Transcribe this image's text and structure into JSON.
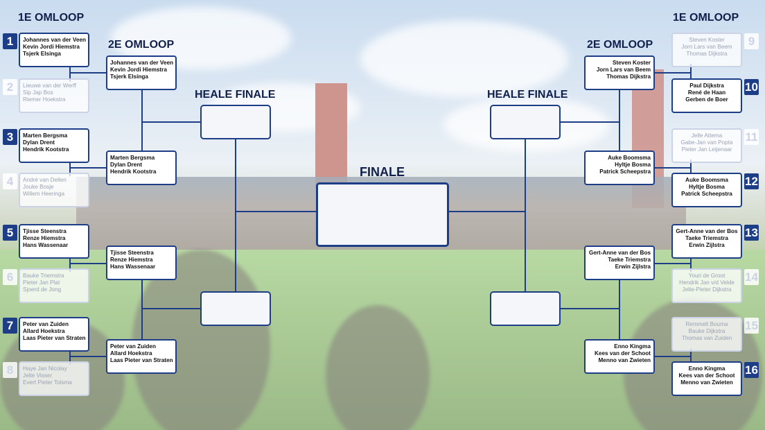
{
  "headings": {
    "round1_left": "1E OMLOOP",
    "round2_left": "2E OMLOOP",
    "semi_left": "HEALE FINALE",
    "final": "FINALE",
    "semi_right": "HEALE FINALE",
    "round2_right": "2E OMLOOP",
    "round1_right": "1E OMLOOP"
  },
  "round1_left": [
    {
      "num": "1",
      "players": [
        "Johannes van der Veen",
        "Kevin Jordi Hiemstra",
        "Tsjerk Elsinga"
      ],
      "winner": true
    },
    {
      "num": "2",
      "players": [
        "Lieuwe van der Werff",
        "Sip Jap Bos",
        "Riemer Hoekstra"
      ],
      "winner": false
    },
    {
      "num": "3",
      "players": [
        "Marten Bergsma",
        "Dylan Drent",
        "Hendrik Kootstra"
      ],
      "winner": true
    },
    {
      "num": "4",
      "players": [
        "André van Dellen",
        "Jouke Bosje",
        "Willem Heeringa"
      ],
      "winner": false
    },
    {
      "num": "5",
      "players": [
        "Tjisse Steenstra",
        "Renze Hiemstra",
        "Hans Wassenaar"
      ],
      "winner": true
    },
    {
      "num": "6",
      "players": [
        "Bauke Triemstra",
        "Pieter Jan Plat",
        "Sjoerd de Jong"
      ],
      "winner": false
    },
    {
      "num": "7",
      "players": [
        "Peter van Zuiden",
        "Allard Hoekstra",
        "Laas Pieter van Straten"
      ],
      "winner": true
    },
    {
      "num": "8",
      "players": [
        "Haye Jan Nicolay",
        "Jelte Visser",
        "Evert Pieter Tolsma"
      ],
      "winner": false
    }
  ],
  "round2_left": [
    [
      "Johannes van der Veen",
      "Kevin Jordi Hiemstra",
      "Tsjerk Elsinga"
    ],
    [
      "Marten Bergsma",
      "Dylan Drent",
      "Hendrik Kootstra"
    ],
    [
      "Tjisse Steenstra",
      "Renze Hiemstra",
      "Hans Wassenaar"
    ],
    [
      "Peter van Zuiden",
      "Allard Hoekstra",
      "Laas Pieter van Straten"
    ]
  ],
  "round1_right": [
    {
      "num": "9",
      "players": [
        "Steven Koster",
        "Jorn Lars van Beem",
        "Thomas Dijkstra"
      ],
      "winner": false
    },
    {
      "num": "10",
      "players": [
        "Paul Dijkstra",
        "René de Haan",
        "Gerben de Boer"
      ],
      "winner": true
    },
    {
      "num": "11",
      "players": [
        "Jelle Attema",
        "Gabe-Jan van Popta",
        "Pieter Jan Leijenaar"
      ],
      "winner": false
    },
    {
      "num": "12",
      "players": [
        "Auke Boomsma",
        "Hyltje Bosma",
        "Patrick Scheepstra"
      ],
      "winner": true
    },
    {
      "num": "13",
      "players": [
        "Gert-Anne van der Bos",
        "Taeke Triemstra",
        "Erwin Zijlstra"
      ],
      "winner": true
    },
    {
      "num": "14",
      "players": [
        "Youri de Groot",
        "Hendrik Jan v/d Velde",
        "Jelte-Pieter Dijkstra"
      ],
      "winner": false
    },
    {
      "num": "15",
      "players": [
        "Remmelt Bouma",
        "Bauke Dijkstra",
        "Thomas van Zuiden"
      ],
      "winner": false
    },
    {
      "num": "16",
      "players": [
        "Enno Kingma",
        "Kees van der Schoot",
        "Menno van Zwieten"
      ],
      "winner": true
    }
  ],
  "round2_right": [
    [
      "Steven Koster",
      "Jorn Lars van Beem",
      "Thomas Dijkstra"
    ],
    [
      "Auke Boomsma",
      "Hyltje Bosma",
      "Patrick Scheepstra"
    ],
    [
      "Gert-Anne van der Bos",
      "Taeke Triemstra",
      "Erwin Zijlstra"
    ],
    [
      "Enno Kingma",
      "Kees van der Schoot",
      "Menno van Zwieten"
    ]
  ],
  "colors": {
    "line": "#1d3d86",
    "winner_box": "#1d3d86",
    "faded": "#ccd3e6"
  }
}
